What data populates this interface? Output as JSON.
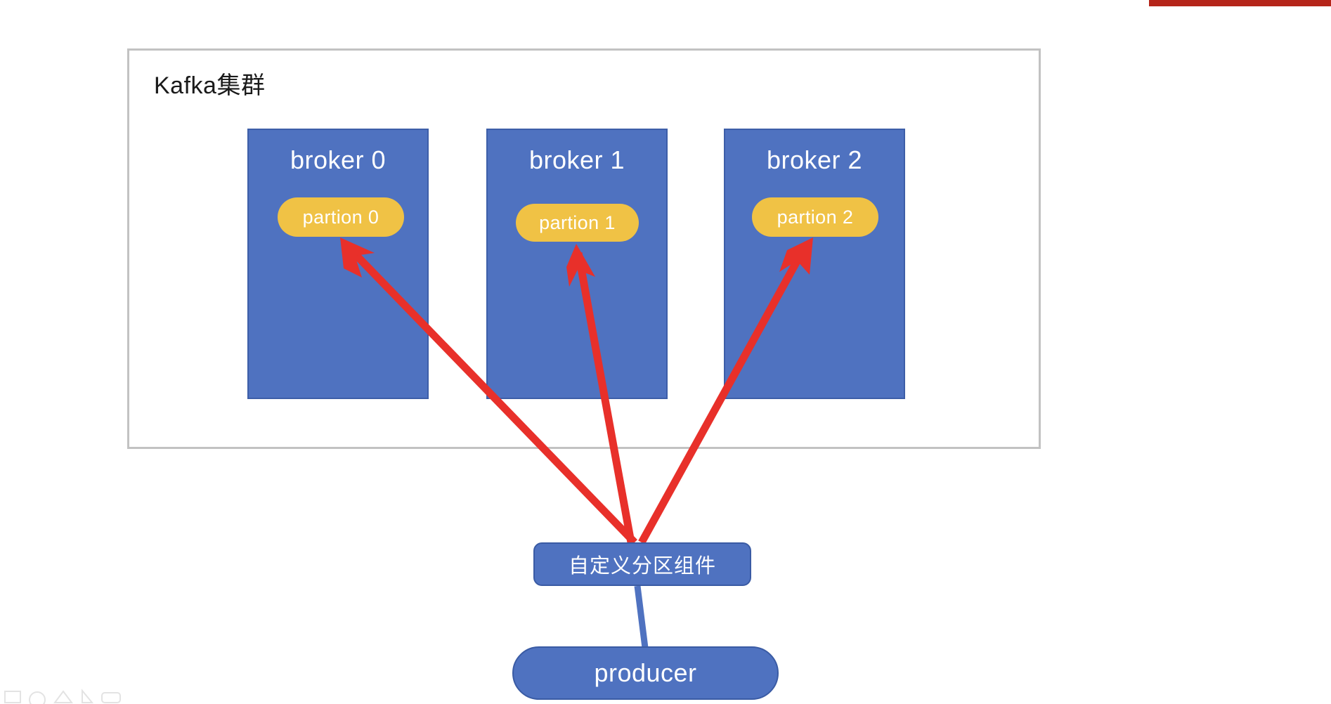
{
  "page": {
    "background_color": "#ffffff",
    "accent_bar_color": "#b5251a"
  },
  "cluster": {
    "title": "Kafka集群",
    "border_color": "#c2c2c2",
    "brokers": [
      {
        "label": "broker 0",
        "partition": "partion 0"
      },
      {
        "label": "broker 1",
        "partition": "partion 1"
      },
      {
        "label": "broker 2",
        "partition": "partion 2"
      }
    ]
  },
  "nodes": {
    "partitioner_label": "自定义分区组件",
    "producer_label": "producer"
  },
  "colors": {
    "broker_fill": "#4f72c0",
    "broker_stroke": "#3d5ea8",
    "partition_fill": "#f0c245",
    "arrow_red": "#e8302a",
    "connector_blue": "#4f72c0",
    "text_light": "#ffffff",
    "text_dark": "#1a1a1a"
  },
  "diagram": {
    "type": "flow",
    "description": "Kafka producer routes messages through a custom partitioner component to three partitions hosted on three brokers",
    "edges": [
      {
        "from": "自定义分区组件",
        "to": "partion 0",
        "style": "arrow",
        "color": "#e8302a"
      },
      {
        "from": "自定义分区组件",
        "to": "partion 1",
        "style": "arrow",
        "color": "#e8302a"
      },
      {
        "from": "自定义分区组件",
        "to": "partion 2",
        "style": "arrow",
        "color": "#e8302a"
      },
      {
        "from": "producer",
        "to": "自定义分区组件",
        "style": "line",
        "color": "#4f72c0"
      }
    ]
  }
}
